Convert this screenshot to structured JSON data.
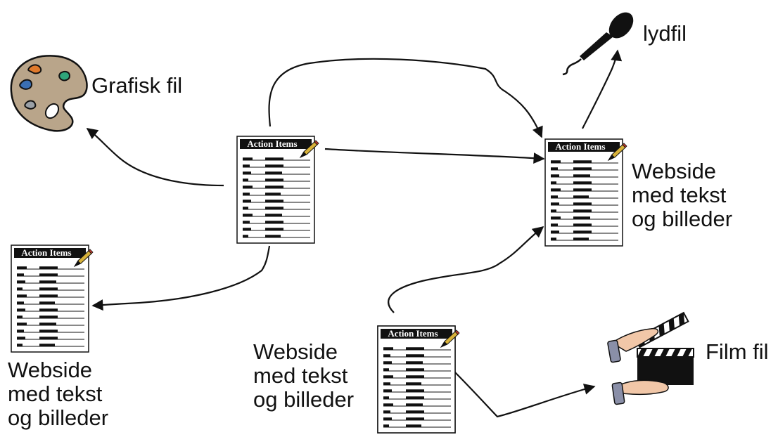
{
  "colors": {
    "ink": "#111111",
    "palette_fill": "#b9a58a",
    "background": "#ffffff"
  },
  "documents": {
    "title": "Action Items"
  },
  "labels": {
    "grafisk": "Grafisk fil",
    "lydfil": "lydfil",
    "film": "Film fil",
    "webside_right": [
      "Webside",
      "med tekst",
      "og billeder"
    ],
    "webside_left": [
      "Webside",
      "med tekst",
      "og billeder"
    ],
    "webside_bottom": [
      "Webside",
      "med tekst",
      "og billeder"
    ]
  },
  "icons": {
    "palette": "palette-icon",
    "microphone": "microphone-icon",
    "clapperboard": "clapperboard-icon",
    "document": "document-icon",
    "pencil": "pencil-icon"
  }
}
